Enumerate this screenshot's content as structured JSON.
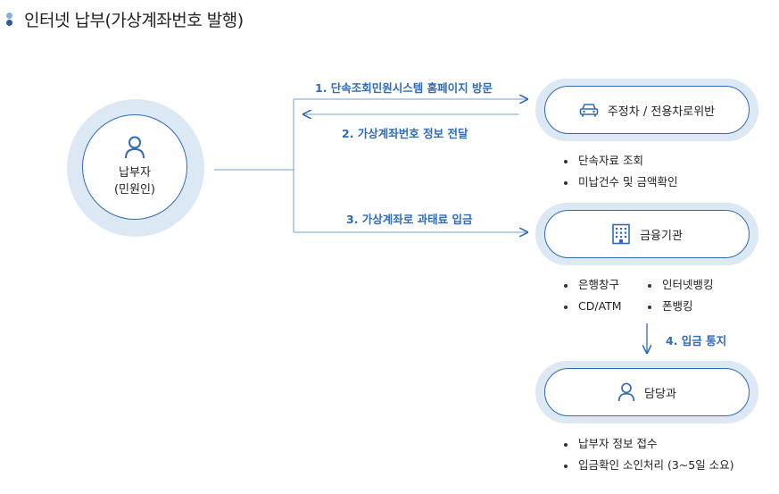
{
  "title": "인터넷 납부(가상계좌번호 발행)",
  "taxpayer": {
    "line1": "납부자",
    "line2": "(민원인)",
    "icon": "person-icon"
  },
  "nodes": {
    "parking": {
      "label": "주정차 / 전용차로위반",
      "icon": "car-icon"
    },
    "bank": {
      "label": "금융기관",
      "icon": "building-icon"
    },
    "office": {
      "label": "담당과",
      "icon": "person-icon"
    }
  },
  "steps": {
    "s1": "1. 단속조회민원시스템 홈페이지 방문",
    "s2": "2. 가상계좌번호 정보 전달",
    "s3": "3. 가상계좌로 과태료 입금",
    "s4": "4. 입금 통지"
  },
  "lists": {
    "parking": [
      "단속자료 조회",
      "미납건수 및 금액확인"
    ],
    "bank_left": [
      "은행창구",
      "CD/ATM"
    ],
    "bank_right": [
      "인터넷뱅킹",
      "폰뱅킹"
    ],
    "office": [
      "납부자 정보 접수",
      "입금확인 소인처리 (3~5일 소요)"
    ]
  },
  "colors": {
    "accent": "#2f6bb6",
    "halo": "#dde8f5",
    "connector": "#8eb3de"
  }
}
